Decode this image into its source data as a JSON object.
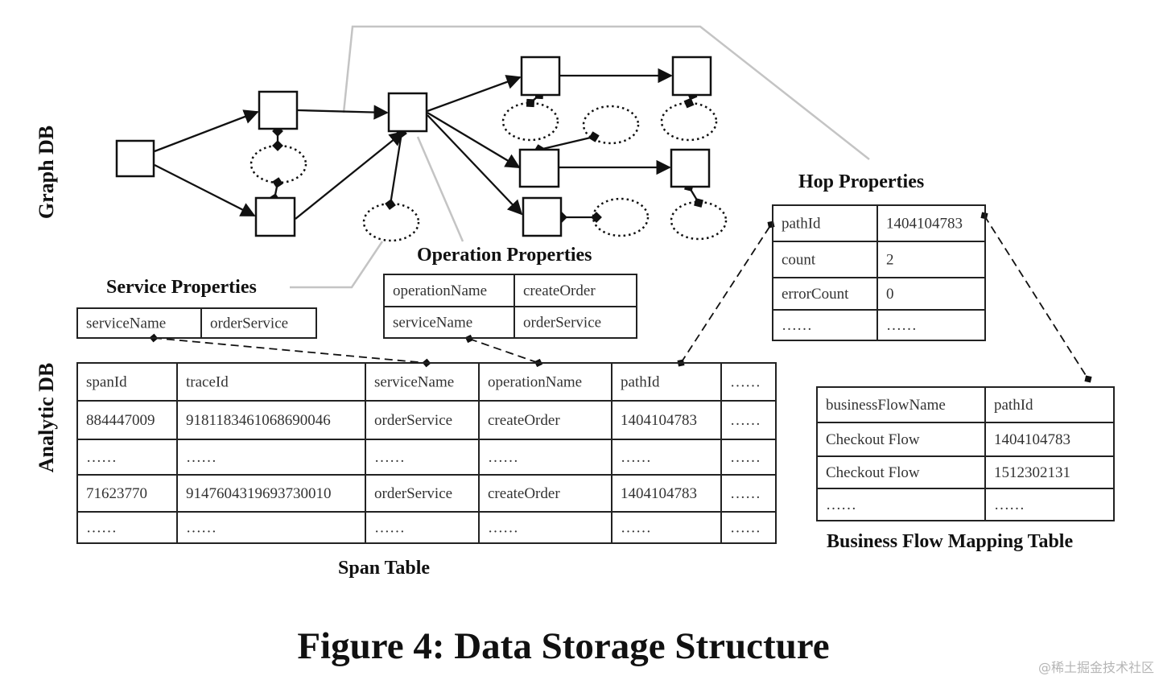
{
  "labels": {
    "graph_db": "Graph DB",
    "analytic_db": "Analytic DB",
    "service_properties": "Service Properties",
    "operation_properties": "Operation Properties",
    "hop_properties": "Hop Properties",
    "span_table": "Span Table",
    "business_flow_mapping_table": "Business Flow Mapping Table",
    "figure_caption": "Figure 4: Data Storage Structure",
    "watermark": "@稀土掘金技术社区"
  },
  "service_properties": [
    [
      "serviceName",
      "orderService"
    ]
  ],
  "operation_properties": [
    [
      "operationName",
      "createOrder"
    ],
    [
      "serviceName",
      "orderService"
    ]
  ],
  "hop_properties": [
    [
      "pathId",
      "1404104783"
    ],
    [
      "count",
      "2"
    ],
    [
      "errorCount",
      "0"
    ],
    [
      "……",
      "……"
    ]
  ],
  "span_table": {
    "headers": [
      "spanId",
      "traceId",
      "serviceName",
      "operationName",
      "pathId",
      "……"
    ],
    "rows": [
      [
        "884447009",
        "9181183461068690046",
        "orderService",
        "createOrder",
        "1404104783",
        "……"
      ],
      [
        "……",
        "……",
        "……",
        "……",
        "……",
        "……"
      ],
      [
        "71623770",
        "9147604319693730010",
        "orderService",
        "createOrder",
        "1404104783",
        "……"
      ],
      [
        "……",
        "……",
        "……",
        "……",
        "……",
        "……"
      ]
    ]
  },
  "business_flow_mapping": {
    "headers": [
      "businessFlowName",
      "pathId"
    ],
    "rows": [
      [
        "Checkout Flow",
        "1404104783"
      ],
      [
        "Checkout Flow",
        "1512302131"
      ],
      [
        "……",
        "……"
      ]
    ]
  }
}
